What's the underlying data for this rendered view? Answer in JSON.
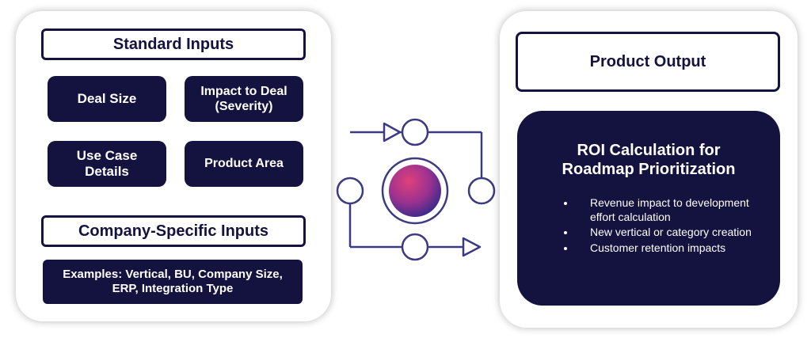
{
  "left_panel": {
    "standard_inputs_title": "Standard Inputs",
    "inputs": {
      "deal_size": "Deal Size",
      "impact_to_deal": "Impact to Deal\n(Severity)",
      "use_case_details": "Use Case\nDetails",
      "product_area": "Product Area"
    },
    "company_specific_title": "Company-Specific Inputs",
    "examples": "Examples: Vertical, BU, Company Size, ERP, Integration Type"
  },
  "right_panel": {
    "product_output_title": "Product Output",
    "roi_title": "ROI Calculation for\nRoadmap Prioritization",
    "bullets": [
      "Revenue impact to development effort calculation",
      "New vertical or category creation",
      "Customer retention impacts"
    ]
  },
  "colors": {
    "navy": "#14123f",
    "line": "#3b3a82",
    "orb_start": "#d63a7a",
    "orb_end": "#3b2a9a"
  }
}
